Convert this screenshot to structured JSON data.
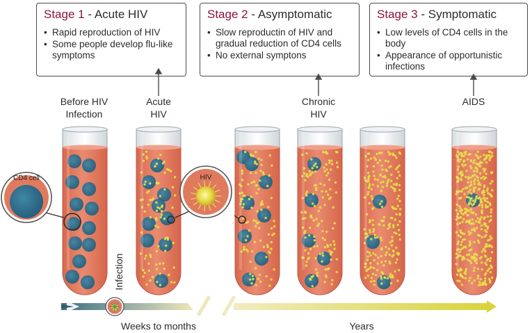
{
  "stages": [
    {
      "number": "Stage 1",
      "dash": "-",
      "name": "Acute HIV",
      "bullets": [
        "Rapid reproduction of HIV",
        "Some people develop flu-like symptoms"
      ]
    },
    {
      "number": "Stage 2",
      "dash": "-",
      "name": "Asymptomatic",
      "bullets": [
        "Slow reproductin of HIV and gradual reduction of CD4 cells",
        "No external symptons"
      ]
    },
    {
      "number": "Stage 3",
      "dash": "-",
      "name": "Symptomatic",
      "bullets": [
        "Low levels of CD4 cells in the body",
        "Appearance of opportunistic infections"
      ]
    }
  ],
  "tube_labels": {
    "before": [
      "Before HIV",
      "Infection"
    ],
    "acute": [
      "Acute",
      "HIV"
    ],
    "chronic": [
      "Chronic",
      "HIV"
    ],
    "aids": "AIDS"
  },
  "callouts": {
    "cd4": "CD4 cell",
    "hiv": "HIV",
    "infection": "Infection"
  },
  "timeline": {
    "weeks": "Weeks to months",
    "years": "Years"
  },
  "colors": {
    "stage_number": "#8a1538",
    "fluid": "#e07a5f",
    "cd4_cell": "#2f6f8f",
    "virus": "#e8e04a",
    "timeline_start": "#3f6e82",
    "timeline_end": "#e6df55"
  }
}
